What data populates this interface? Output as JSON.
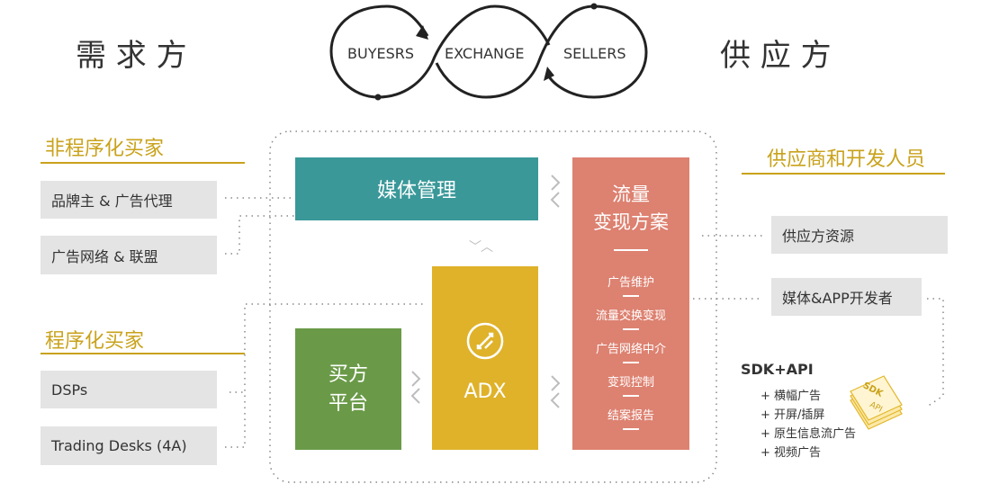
{
  "header": {
    "demand_title": "需 求 方",
    "supply_title": "供 应 方",
    "cycle": [
      "BUYESRS",
      "EXCHANGE",
      "SELLERS"
    ]
  },
  "left": {
    "non_programmatic_heading": "非程序化买家",
    "non_programmatic_items": [
      "品牌主 & 广告代理",
      "广告网络 & 联盟"
    ],
    "programmatic_heading": "程序化买家",
    "programmatic_items": [
      "DSPs",
      "Trading Desks (4A)"
    ]
  },
  "center": {
    "media_mgmt": "媒体管理",
    "buyer_platform_line1": "买方",
    "buyer_platform_line2": "平台",
    "adx": "ADX",
    "monetization_title_line1": "流量",
    "monetization_title_line2": "变现方案",
    "monetization_items": [
      "广告维护",
      "流量交换变现",
      "广告网络中介",
      "变现控制",
      "结案报告"
    ]
  },
  "right": {
    "heading": "供应商和开发人员",
    "items": [
      "供应方资源",
      "媒体&APP开发者"
    ],
    "sdk_title": "SDK+API",
    "sdk_items": [
      "+ 横幅广告",
      "+ 开屏/插屏",
      "+ 原生信息流广告",
      "+ 视频广告"
    ],
    "sdk_badge_top": "SDK",
    "sdk_badge_bottom": "API"
  },
  "colors": {
    "gold": "#c9a21b",
    "teal": "#3a9899",
    "green": "#6a9a48",
    "yellow": "#dfb22a",
    "salmon": "#dd8170",
    "gray_box": "#e4e4e4"
  }
}
